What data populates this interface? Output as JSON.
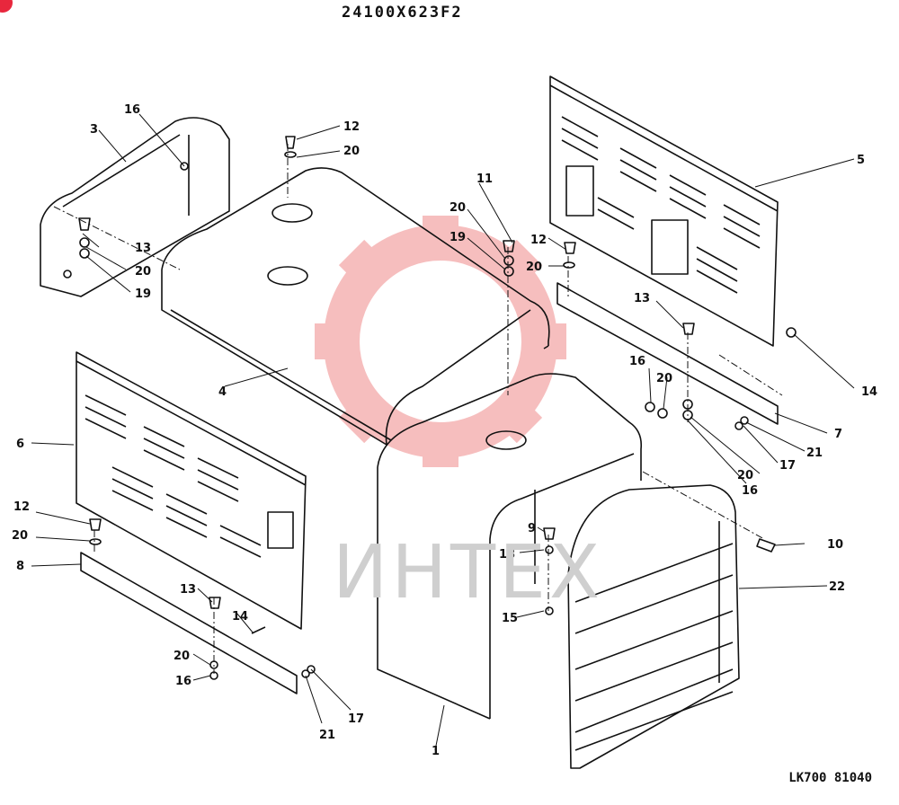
{
  "header": {
    "part_number": "24100X623F2"
  },
  "footer": {
    "drawing_code": "LK700 81040"
  },
  "watermark": {
    "text": "ИНТЕХ",
    "color": "#f08a8a"
  },
  "callouts": {
    "c1": "1",
    "c3": "3",
    "c4": "4",
    "c5": "5",
    "c6": "6",
    "c7": "7",
    "c8": "8",
    "c9": "9",
    "c10": "10",
    "c11": "11",
    "c12a": "12",
    "c12b": "12",
    "c12c": "12",
    "c13a": "13",
    "c13b": "13",
    "c13c": "13",
    "c14a": "14",
    "c14b": "14",
    "c15": "15",
    "c16a": "16",
    "c16b": "16",
    "c16c": "16",
    "c16d": "16",
    "c17a": "17",
    "c17b": "17",
    "c18": "18",
    "c19a": "19",
    "c19b": "19",
    "c20a": "20",
    "c20b": "20",
    "c20c": "20",
    "c20d": "20",
    "c20e": "20",
    "c20f": "20",
    "c20g": "20",
    "c20h": "20",
    "c21a": "21",
    "c21b": "21",
    "c22": "22"
  }
}
